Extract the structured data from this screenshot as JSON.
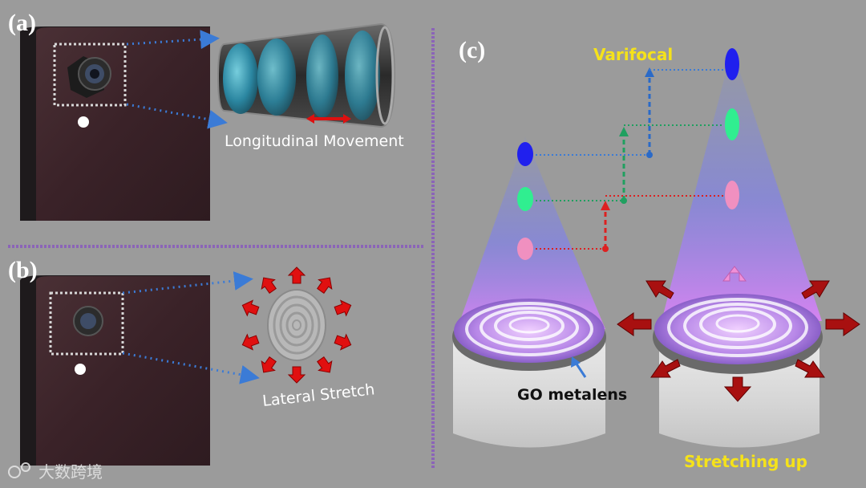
{
  "panels": {
    "a": {
      "label": "(a)",
      "caption": "Longitudinal Movement"
    },
    "b": {
      "label": "(b)",
      "caption": "Lateral Stretch"
    },
    "c": {
      "label": "(c)",
      "title": "Varifocal",
      "lens_caption": "GO metalens",
      "stretch_caption": "Stretching up"
    }
  },
  "watermark": {
    "text": "大数跨境"
  },
  "colors": {
    "background": "#9b9b9b",
    "divider": "#8b64b8",
    "dotted_arrow": "#3b7bd6",
    "red_arrow": "#cc1010",
    "focus_blue": "#2020ee",
    "focus_green": "#30ee90",
    "focus_pink": "#f090c0",
    "title_yellow": "#f5e21a"
  },
  "icons": [
    "smartphone-camera",
    "lens-barrel",
    "metalens-disc",
    "stretch-arrows",
    "light-cone"
  ]
}
